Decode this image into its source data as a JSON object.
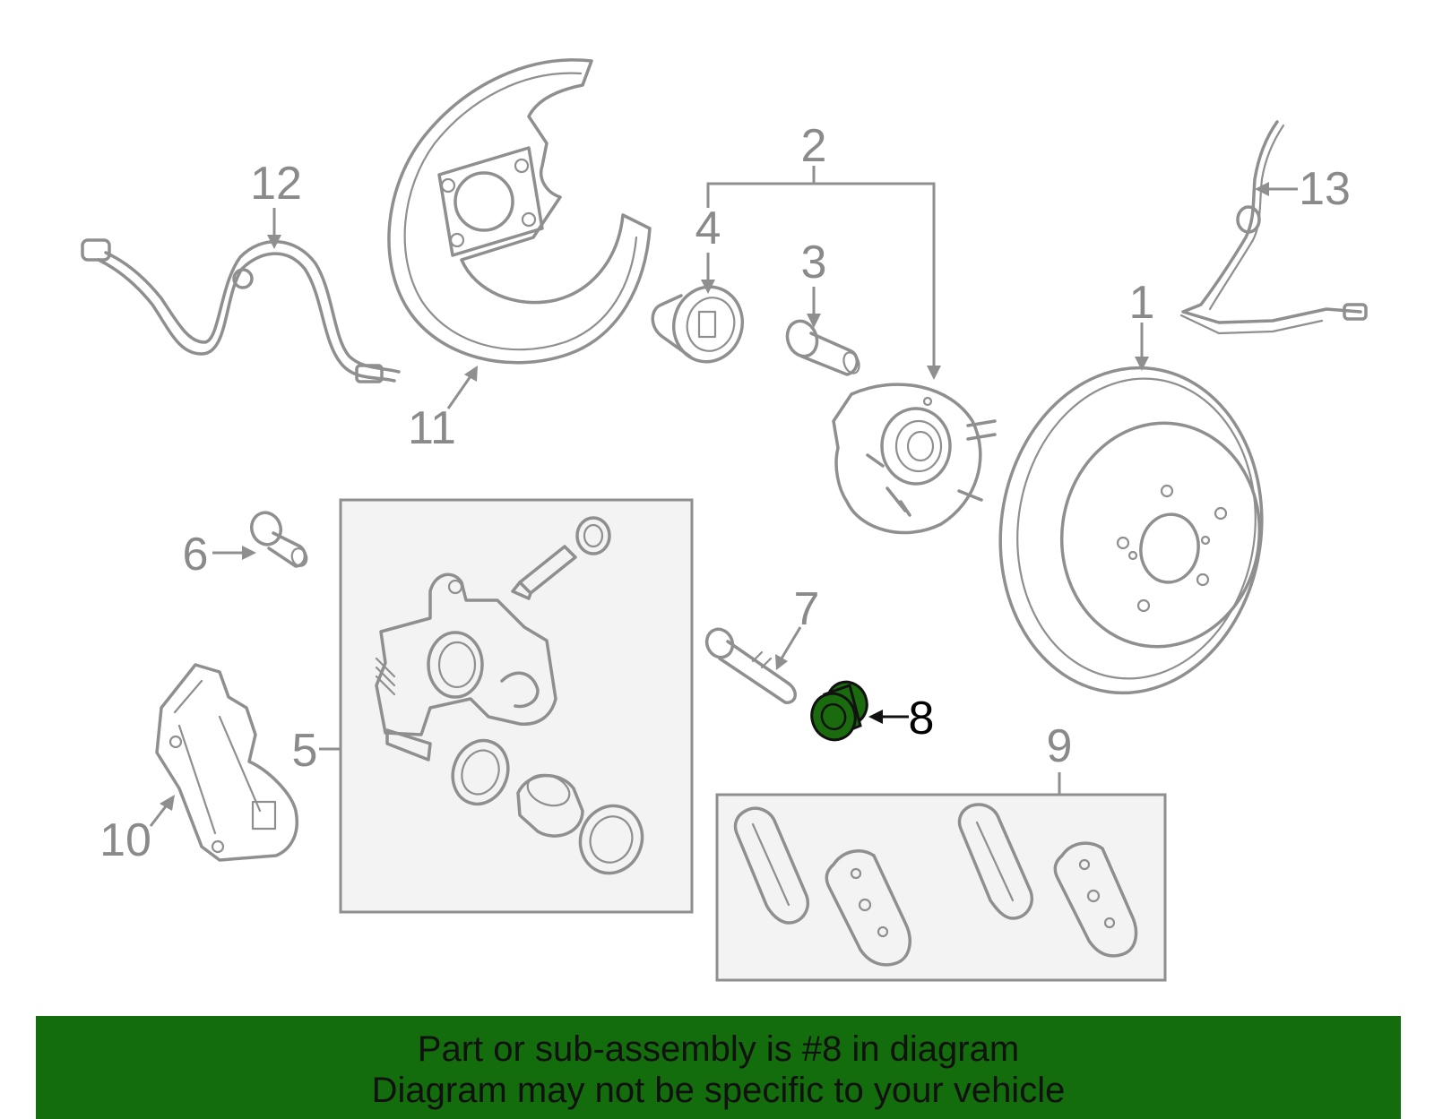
{
  "callouts": {
    "c1": "1",
    "c2": "2",
    "c3": "3",
    "c4": "4",
    "c5": "5",
    "c6": "6",
    "c7": "7",
    "c8": "8",
    "c9": "9",
    "c10": "10",
    "c11": "11",
    "c12": "12",
    "c13": "13"
  },
  "highlight": {
    "part": "8",
    "color": "#1a6b0d"
  },
  "banner": {
    "line1": "Part or sub-assembly is #8 in diagram",
    "line2": "Diagram may not be specific to your vehicle",
    "bg_color": "#146d0c"
  },
  "colors": {
    "line": "#8f8f8f",
    "box_fill": "#f3f3f3"
  }
}
